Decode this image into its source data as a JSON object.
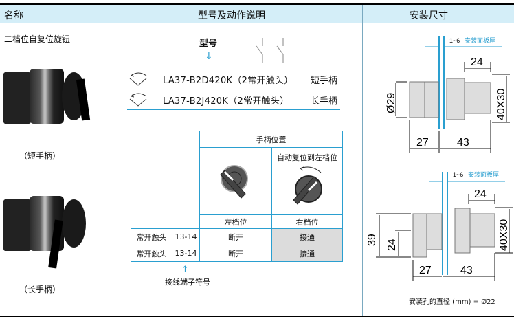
{
  "header": {
    "col_name": "名称",
    "col_model": "型号及动作说明",
    "col_dims": "安装尺寸"
  },
  "left": {
    "product_name": "二档位自复位旋钮",
    "caption_short": "（短手柄）",
    "caption_long": "（长手柄）"
  },
  "middle": {
    "model_label": "型号",
    "models": [
      {
        "code": "LA37-B2D420K（2常开触头）",
        "handle": "短手柄"
      },
      {
        "code": "LA37-B2J420K（2常开触头）",
        "handle": "长手柄"
      }
    ],
    "table": {
      "handle_position": "手柄位置",
      "auto_return": "自动复位到左档位",
      "left_pos": "左档位",
      "right_pos": "右档位",
      "rows": [
        {
          "contact": "常开触头",
          "terminal": "13-14",
          "left": "断开",
          "right": "接通"
        },
        {
          "contact": "常开触头",
          "terminal": "13-14",
          "left": "断开",
          "right": "接通"
        }
      ]
    },
    "terminal_label": "接线端子符号"
  },
  "right": {
    "panel_thickness": "1~6",
    "panel_label": "安装面板厚",
    "d1": {
      "top": "24",
      "dia": "Ø29",
      "height": "40X30",
      "front": "27",
      "back": "43"
    },
    "d2": {
      "top": "24",
      "outer": "39",
      "inner": "24",
      "height": "40X30",
      "front": "27",
      "back": "43"
    },
    "hole_note": "安装孔的直径 (mm) = Ø22"
  },
  "colors": {
    "accent": "#2a9fd0",
    "header_bg": "#d4eef8"
  }
}
